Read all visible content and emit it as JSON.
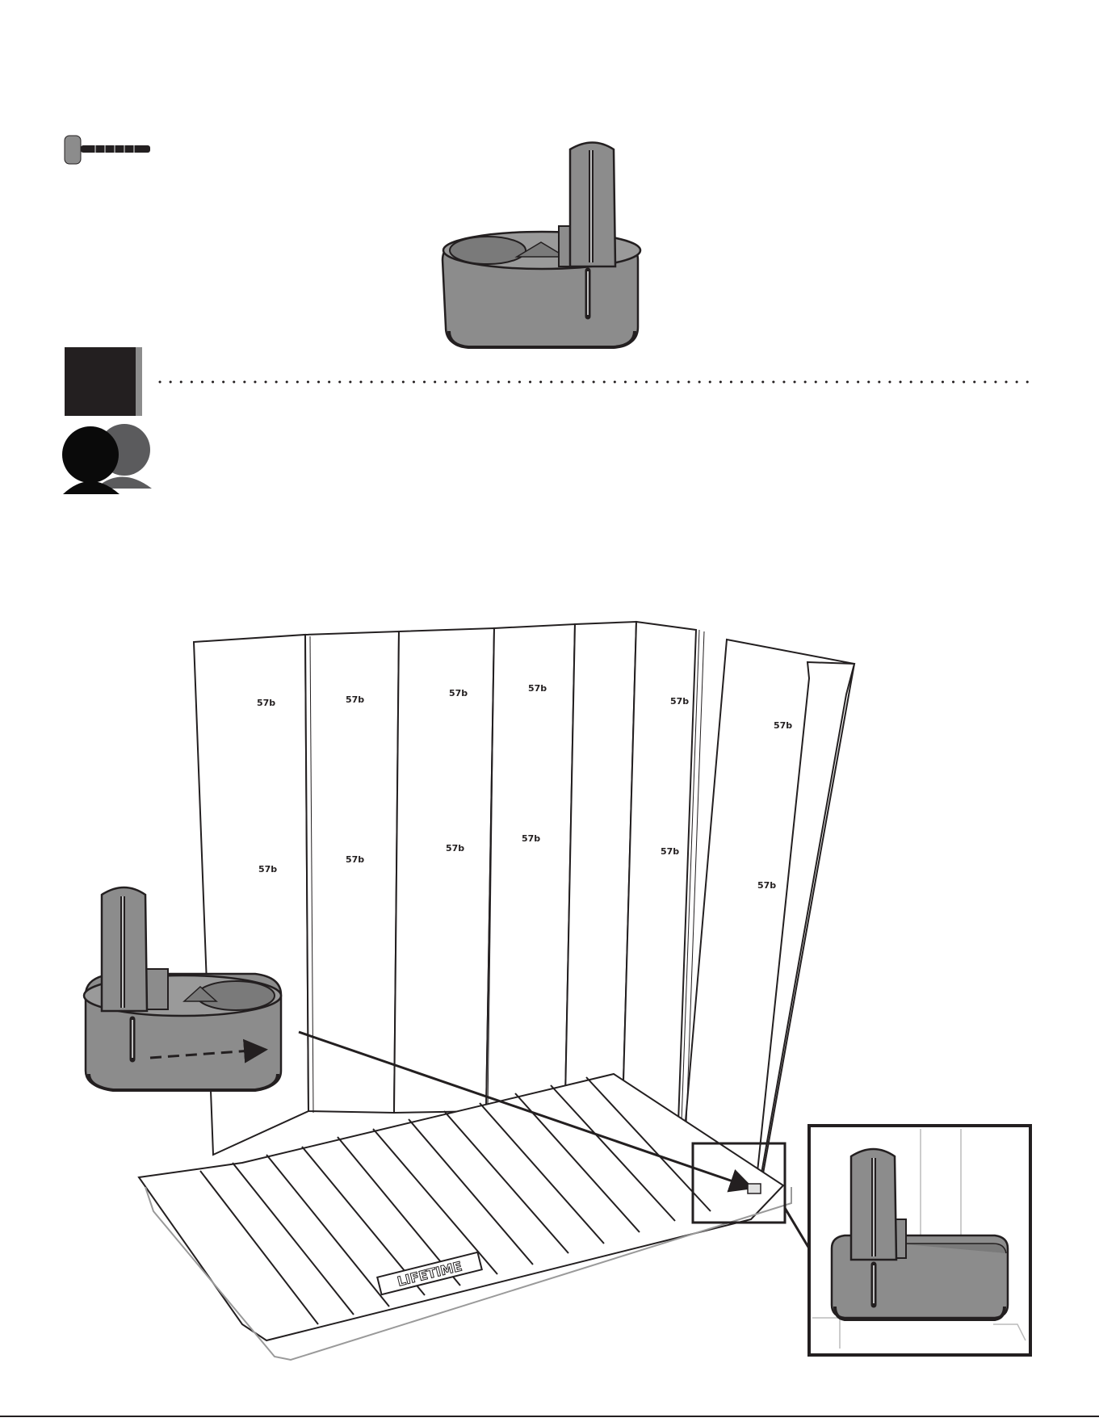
{
  "page": {
    "step_number": "",
    "colors": {
      "ink": "#231f20",
      "part_gray": "#8c8c8c",
      "part_dark": "#5a5a5a",
      "person_gray": "#5b5b5d"
    }
  },
  "tools": [
    {
      "icon": "rubber-mallet-icon"
    }
  ],
  "people": {
    "icon": "two-person-icon",
    "count": 2
  },
  "panel_marks": [
    "57b",
    "57b",
    "57b",
    "57b",
    "57b",
    "57b",
    "57b",
    "57b",
    "57b",
    "57b",
    "57b",
    "57b"
  ],
  "floor_logo": "LIFETIME"
}
